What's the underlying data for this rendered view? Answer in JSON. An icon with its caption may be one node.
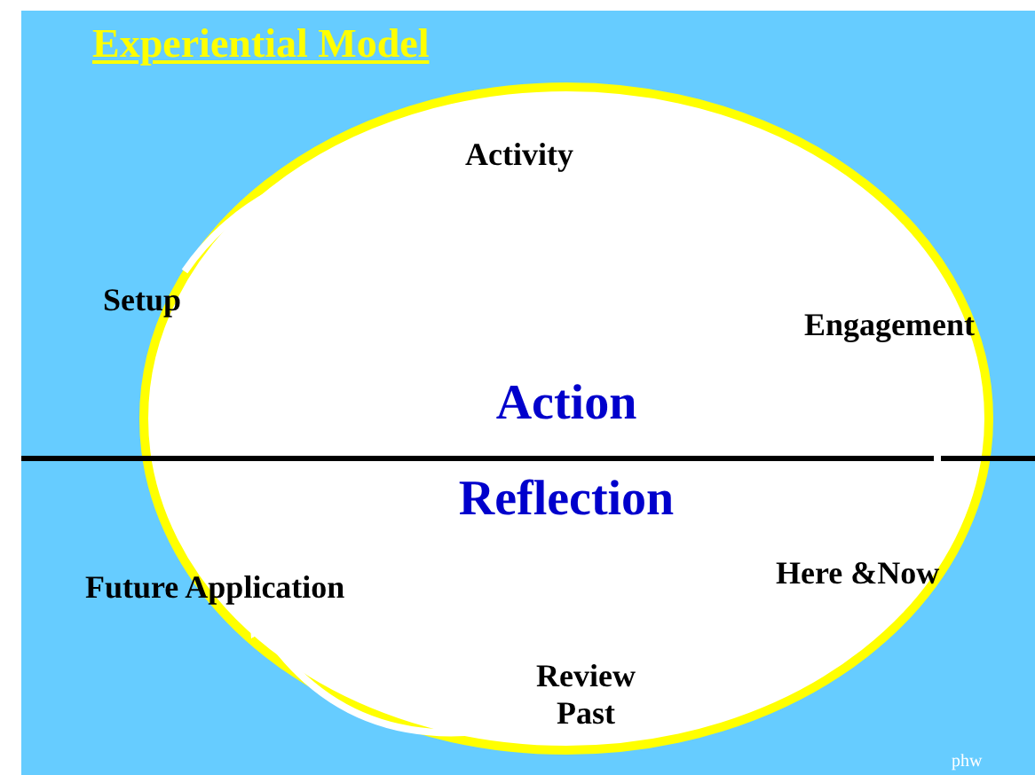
{
  "diagram": {
    "title": "Experiential Model",
    "nodes": [
      {
        "text": [
          "Activity"
        ],
        "in": 6
      },
      {
        "text": [
          "Engagement"
        ],
        "in": 6
      },
      {
        "text": [
          "Here &Now"
        ],
        "in": 6
      },
      {
        "text": [
          "Review Past"
        ],
        "in": 6
      },
      {
        "text": [
          "Future Application"
        ]
      },
      {
        "text": [
          "Setup"
        ]
      },
      {
        "text": [
          "Action",
          "Reflection"
        ]
      }
    ],
    "edges": [
      {
        "from": 5,
        "to": 0,
        "arrow": "to"
      },
      {
        "from": 1,
        "to": 2,
        "arrow": "to"
      },
      {
        "from": 3,
        "to": 4,
        "arrow": "to"
      }
    ],
    "labels": [
      "phw"
    ]
  }
}
